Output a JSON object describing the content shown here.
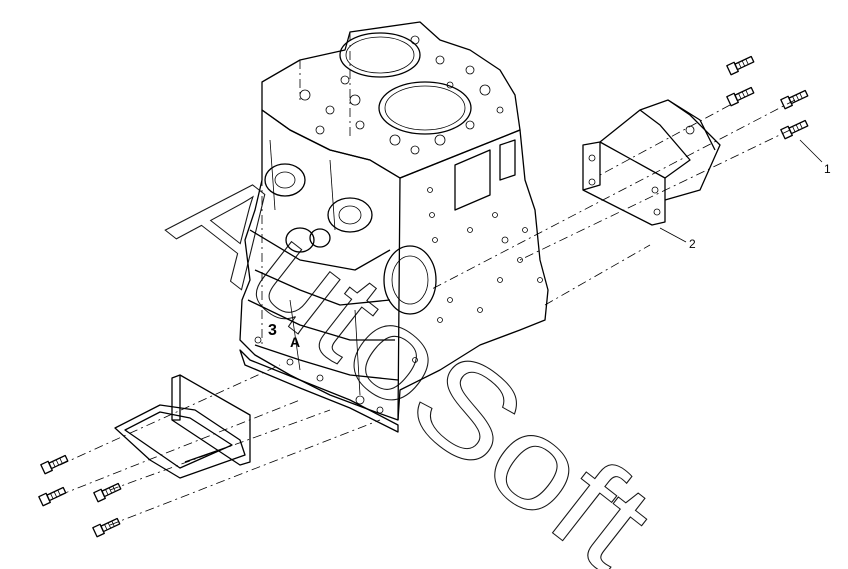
{
  "diagram": {
    "callouts": [
      {
        "label": "1"
      },
      {
        "label": "2"
      }
    ],
    "watermark": "AutoSoft",
    "block_marks": [
      "3",
      "A"
    ]
  }
}
